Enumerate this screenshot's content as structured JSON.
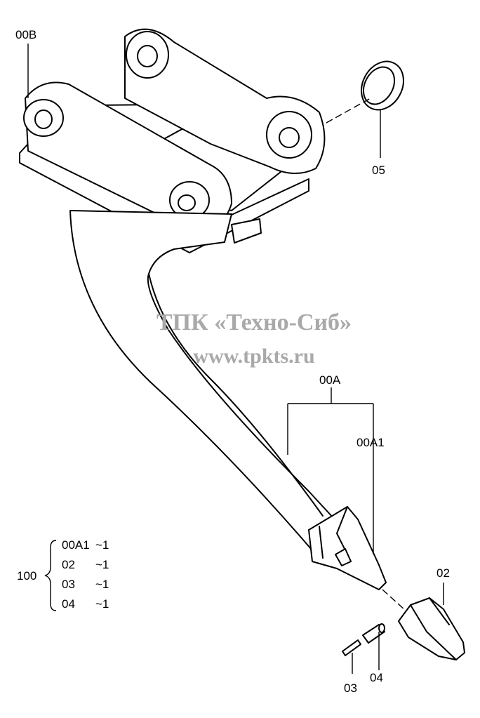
{
  "labels": {
    "bracket": "00B",
    "ring": "05",
    "shank": "00A",
    "shank_sub": "00A1",
    "tooth": "02",
    "pin": "03",
    "lock": "04"
  },
  "assembly": {
    "number": "100",
    "rows": [
      {
        "part": "00A1",
        "qty": "~1"
      },
      {
        "part": "02",
        "qty": "~1"
      },
      {
        "part": "03",
        "qty": "~1"
      },
      {
        "part": "04",
        "qty": "~1"
      }
    ]
  },
  "watermark": {
    "line1": "ТПК «Техно-Сиб»",
    "line2": "www.tpkts.ru"
  }
}
